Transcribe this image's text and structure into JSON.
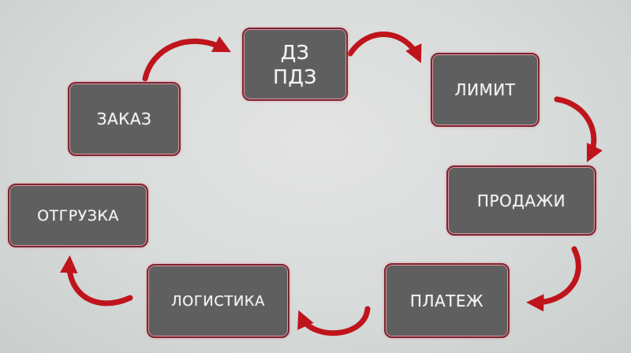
{
  "diagram": {
    "type": "cycle",
    "colors": {
      "box_fill": "#5f5f5f",
      "box_border": "#7a2530",
      "box_text": "#f4f4f4",
      "arrow": "#c0141c",
      "background": "#d9dcdb"
    },
    "nodes": [
      {
        "id": "dz",
        "lines": [
          "ДЗ",
          "ПДЗ"
        ]
      },
      {
        "id": "limit",
        "label": "ЛИМИТ"
      },
      {
        "id": "prodazhi",
        "label": "ПРОДАЖИ"
      },
      {
        "id": "platezh",
        "label": "ПЛАТЕЖ"
      },
      {
        "id": "logistika",
        "label": "ЛОГИСТИКА"
      },
      {
        "id": "otgruzka",
        "label": "ОТГРУЗКА"
      },
      {
        "id": "zakaz",
        "label": "ЗАКАЗ"
      }
    ],
    "edges": [
      {
        "from": "zakaz",
        "to": "dz"
      },
      {
        "from": "dz",
        "to": "limit"
      },
      {
        "from": "limit",
        "to": "prodazhi"
      },
      {
        "from": "prodazhi",
        "to": "platezh"
      },
      {
        "from": "platezh",
        "to": "logistika"
      },
      {
        "from": "logistika",
        "to": "otgruzka"
      }
    ]
  }
}
